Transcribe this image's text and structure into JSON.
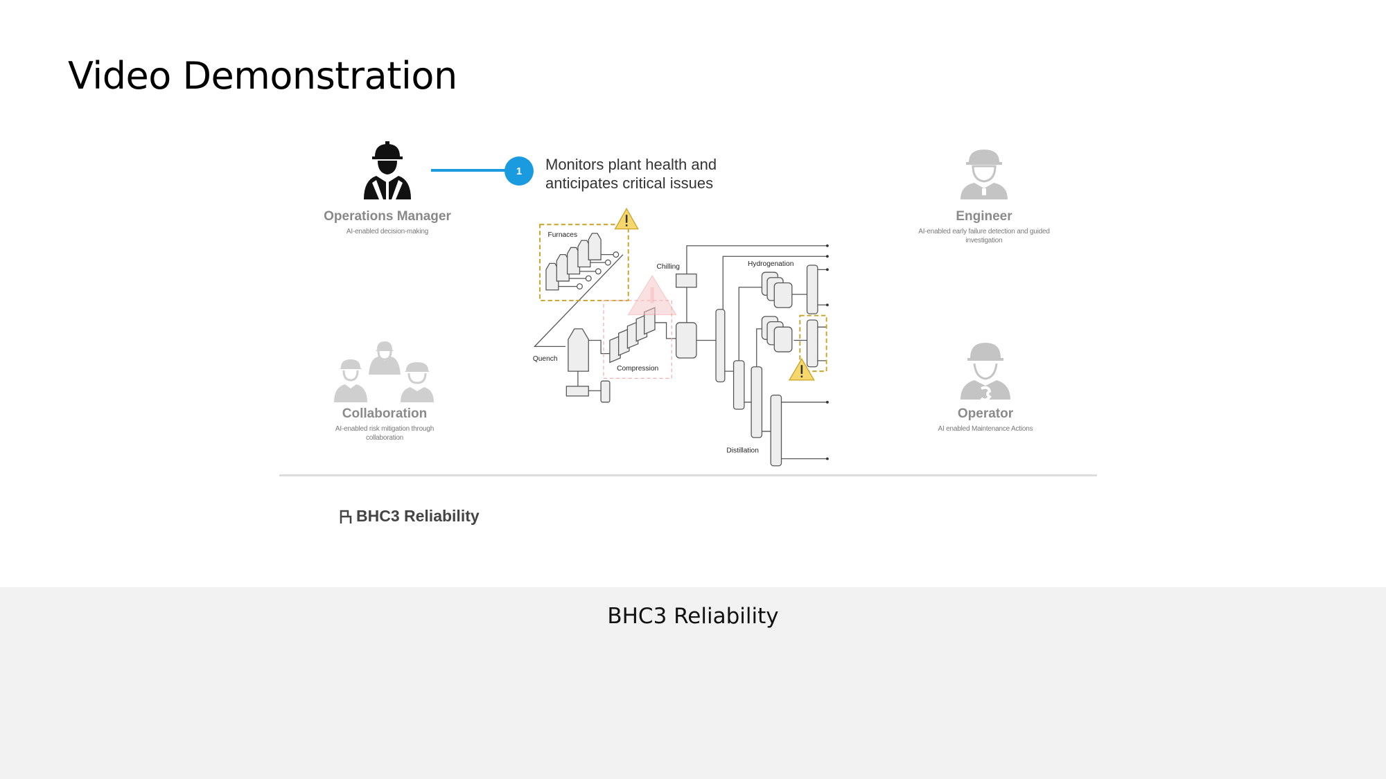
{
  "slide": {
    "title": "Video Demonstration"
  },
  "video": {
    "callout": {
      "number": "1",
      "line1": "Monitors plant health and",
      "line2": "anticipates critical issues"
    },
    "personas": [
      {
        "name": "Operations Manager",
        "description": "AI-enabled decision-making",
        "icon": "worker-hardhat-vest-icon"
      },
      {
        "name": "Engineer",
        "description": "AI-enabled early failure detection and guided investigation",
        "icon": "engineer-hardhat-icon"
      },
      {
        "name": "Collaboration",
        "description": "AI-enabled risk mitigation through collaboration",
        "icon": "team-icon"
      },
      {
        "name": "Operator",
        "description": "AI enabled Maintenance Actions",
        "icon": "operator-wrench-icon"
      }
    ],
    "diagram_labels": {
      "furnaces": "Furnaces",
      "chilling": "Chilling",
      "hydrogenation": "Hydrogenation",
      "quench": "Quench",
      "compression": "Compression",
      "distillation": "Distillation"
    },
    "logo_text": "BHC3 Reliability",
    "colors": {
      "accent": "#1a9be0",
      "warning": "#f5d76e",
      "warning_border": "#c9a227",
      "alert": "#f3b0b0"
    }
  },
  "caption": {
    "text": "BHC3 Reliability"
  }
}
